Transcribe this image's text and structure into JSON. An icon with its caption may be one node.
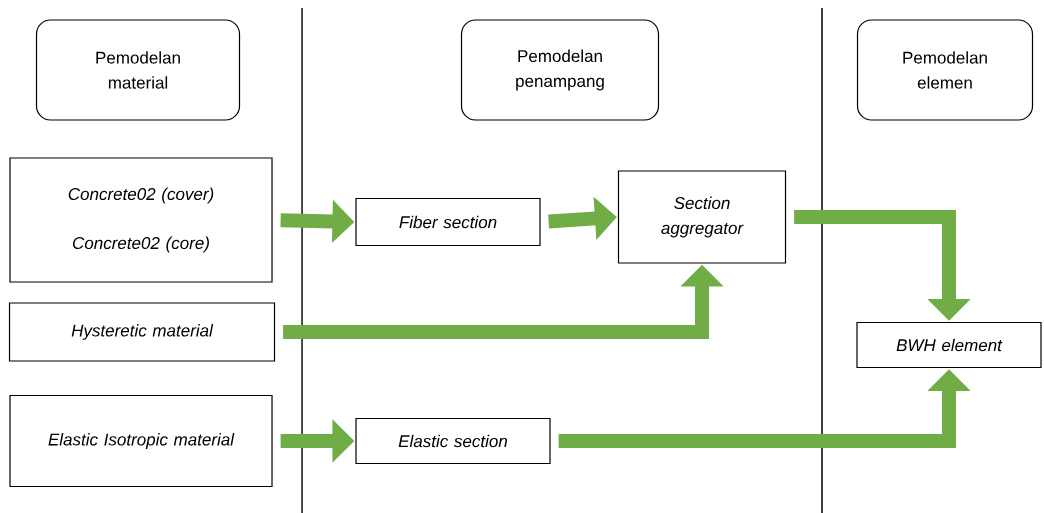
{
  "diagram": {
    "nodes": [
      {
        "text": [
          "Pemodelan material"
        ]
      },
      {
        "text": [
          "Pemodelan penampang"
        ]
      },
      {
        "text": [
          "Pemodelan elemen"
        ]
      },
      {
        "text": [
          "Concrete02 (cover)",
          "Concrete02 (core)"
        ]
      },
      {
        "text": [
          "Hysteretic material"
        ]
      },
      {
        "text": [
          "Elastic Isotropic material"
        ]
      },
      {
        "text": [
          "Fiber section"
        ]
      },
      {
        "text": [
          "Section aggregator"
        ]
      },
      {
        "text": [
          "Elastic section"
        ]
      },
      {
        "text": [
          "BWH element"
        ]
      }
    ],
    "edges": [
      {
        "from": 3,
        "to": 6,
        "arrow": "to"
      },
      {
        "from": 6,
        "to": 7,
        "arrow": "to"
      },
      {
        "from": 4,
        "to": 7,
        "arrow": "to"
      },
      {
        "from": 7,
        "to": 9,
        "arrow": "to"
      },
      {
        "from": 5,
        "to": 8,
        "arrow": "to"
      },
      {
        "from": 8,
        "to": 9,
        "arrow": "to"
      }
    ]
  }
}
